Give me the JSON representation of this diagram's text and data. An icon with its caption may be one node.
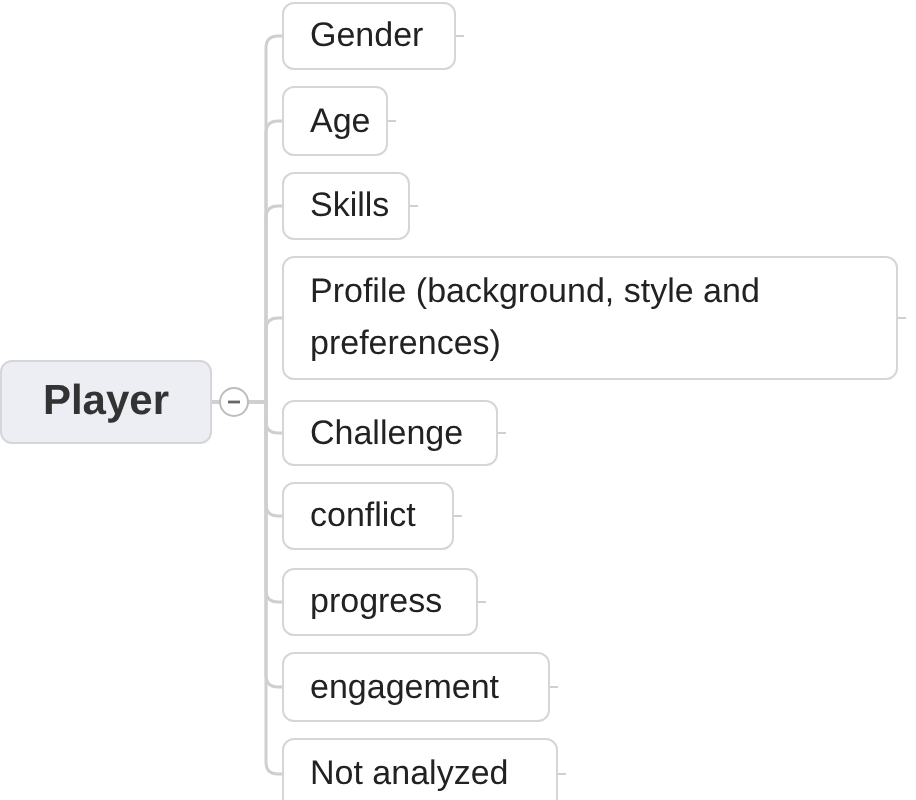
{
  "diagram": {
    "nodes": [
      {
        "text": [
          "Player"
        ]
      },
      {
        "text": [
          "Gender"
        ]
      },
      {
        "text": [
          "Age"
        ]
      },
      {
        "text": [
          "Skills"
        ]
      },
      {
        "text": [
          "Profile (background, style and preferences)"
        ]
      },
      {
        "text": [
          "Challenge"
        ]
      },
      {
        "text": [
          "conflict"
        ]
      },
      {
        "text": [
          "progress"
        ]
      },
      {
        "text": [
          "engagement"
        ]
      },
      {
        "text": [
          "Not analyzed"
        ]
      }
    ],
    "edges": [
      {
        "from": 0,
        "to": 1,
        "arrow": "none"
      },
      {
        "from": 0,
        "to": 2,
        "arrow": "none"
      },
      {
        "from": 0,
        "to": 3,
        "arrow": "none"
      },
      {
        "from": 0,
        "to": 4,
        "arrow": "none"
      },
      {
        "from": 0,
        "to": 5,
        "arrow": "none"
      },
      {
        "from": 0,
        "to": 6,
        "arrow": "none"
      },
      {
        "from": 0,
        "to": 7,
        "arrow": "none"
      },
      {
        "from": 0,
        "to": 8,
        "arrow": "none"
      },
      {
        "from": 0,
        "to": 9,
        "arrow": "none"
      }
    ]
  }
}
